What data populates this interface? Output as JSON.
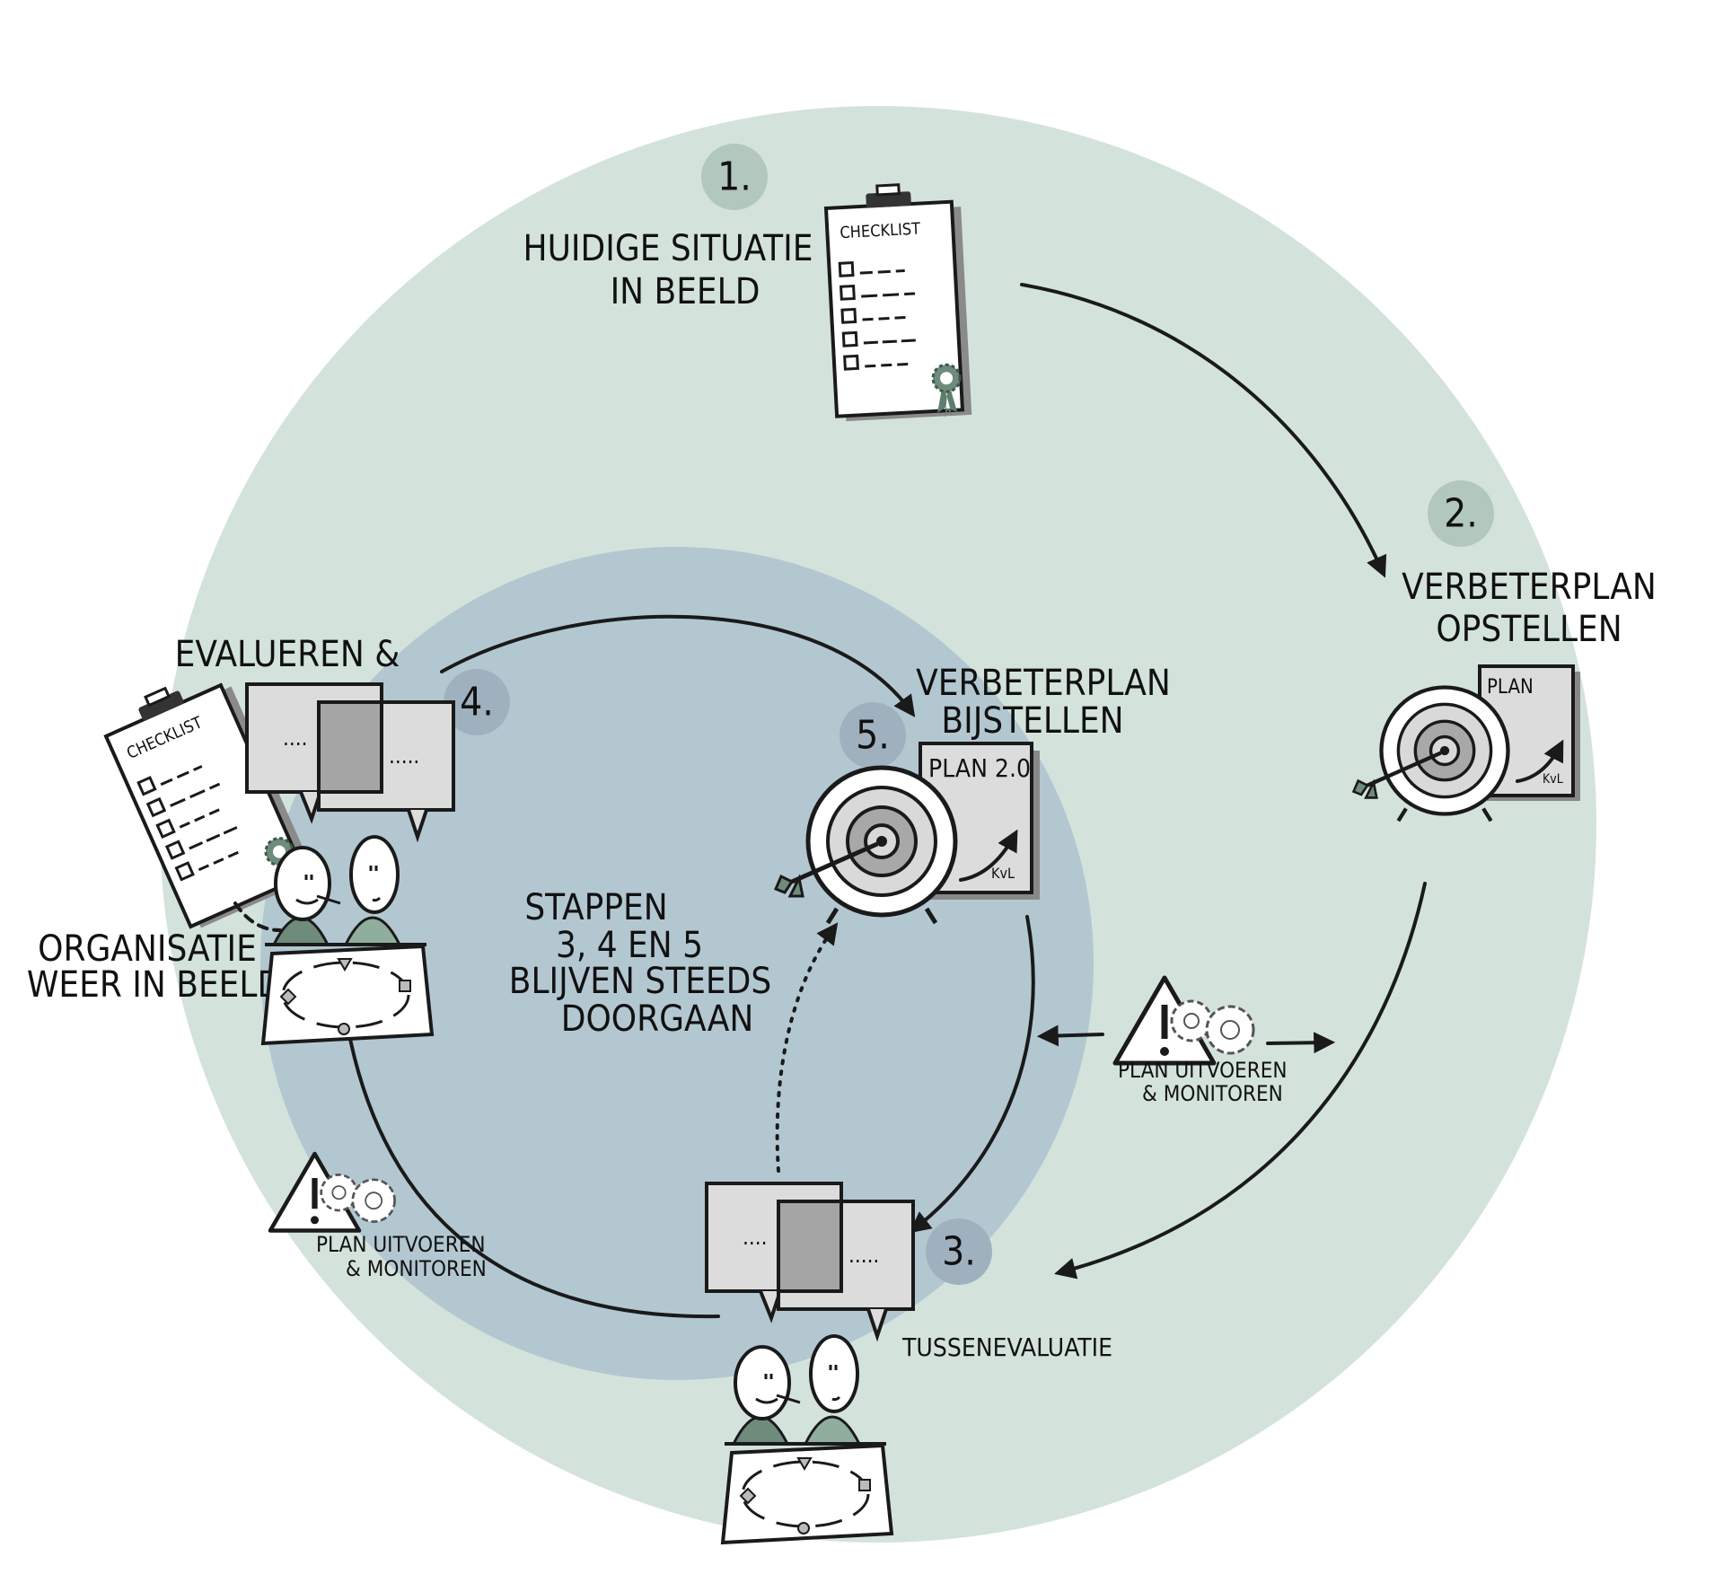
{
  "colors": {
    "outer_circle": "#d3e3db",
    "inner_circle": "#b3c7d1",
    "step_badge_outer": "#b2c7bd",
    "step_badge_inner": "#9fb1bf",
    "ink": "#1a1a1a",
    "shirt_dark": "#6e8b7c",
    "shirt_light": "#8fae9e"
  },
  "steps": [
    {
      "number": "1.",
      "title_lines": [
        "HUIDIGE SITUATIE",
        "IN BEELD"
      ]
    },
    {
      "number": "2.",
      "title_lines": [
        "VERBETERPLAN",
        "OPSTELLEN"
      ]
    },
    {
      "number": "3.",
      "title_lines": [
        "TUSSENEVALUATIE"
      ]
    },
    {
      "number": "4.",
      "title_lines": [
        "EVALUEREN &",
        "ORGANISATIE",
        "WEER IN BEELD"
      ]
    },
    {
      "number": "5.",
      "title_lines": [
        "VERBETERPLAN",
        "BIJSTELLEN"
      ]
    }
  ],
  "center_text": [
    "STAPPEN",
    "3, 4 EN 5",
    "BLIJVEN STEEDS",
    "DOORGAAN"
  ],
  "execute_label": [
    "PLAN UITVOEREN",
    "& MONITOREN"
  ],
  "icons": {
    "checklist_title": "CHECKLIST",
    "plan_title": "PLAN",
    "plan2_title": "PLAN 2.0",
    "plan_signature": "KvL",
    "speech_left": "....",
    "speech_right": "....."
  }
}
